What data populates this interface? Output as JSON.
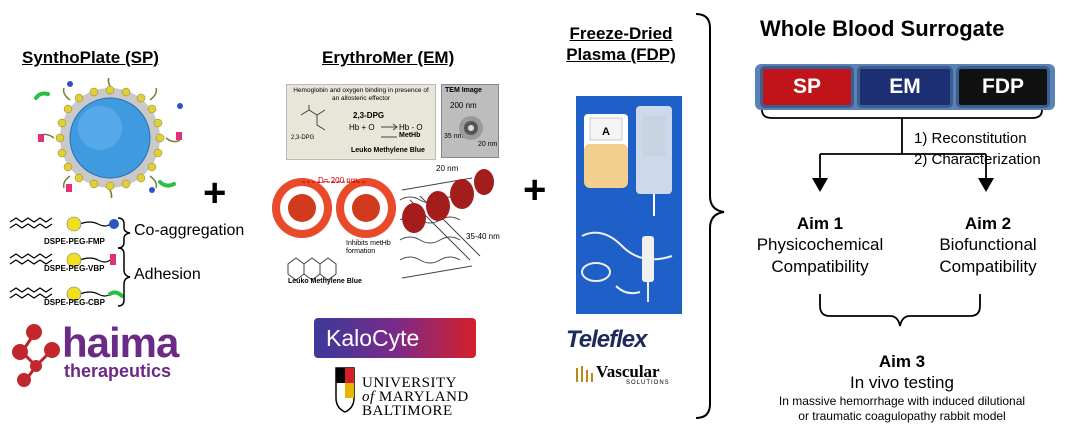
{
  "sp": {
    "title": "SynthoPlate (SP)",
    "lipid_labels": [
      "DSPE-PEG-FMP",
      "DSPE-PEG-VBP",
      "DSPE-PEG-CBP"
    ],
    "coaggregation": "Co-aggregation",
    "adhesion": "Adhesion",
    "logo_word": "haima",
    "logo_sub": "therapeutics"
  },
  "em": {
    "title": "ErythroMer (EM)",
    "caption_top": "Hemoglobin and oxygen binding in presence of an allosteric effector",
    "dpg_label": "2,3-DPG",
    "dpg_small": "2,3-DPG",
    "reaction_left": "Hb + O",
    "reaction_right": "Hb - O",
    "methb": "MetHb",
    "leuko_label": "Leuko Methylene Blue",
    "tem_label": "TEM Image",
    "tem_200": "200 nm",
    "tem_35": "35 nm",
    "tem_20": "20 nm",
    "diameter": "D= 200 nm",
    "dim_20": "20 nm",
    "dim_3540": "35-40 nm",
    "inhibits": "Inhibits metHb formation",
    "leuko_bottom": "Leuko Methylene Blue",
    "kalocyte": "KaloCyte",
    "umb_line1": "UNIVERSITY",
    "umb_line2a": "of",
    "umb_line2b": "MARYLAND",
    "umb_line3": "BALTIMORE"
  },
  "fdp": {
    "title_line1": "Freeze-Dried",
    "title_line2": "Plasma (FDP)",
    "bag_letter": "A",
    "teleflex": "Teleflex",
    "vascular": "Vascular",
    "solutions": "SOLUTIONS"
  },
  "plus_sign": "+",
  "surrogate": {
    "title": "Whole Blood Surrogate",
    "bars": [
      {
        "label": "SP",
        "color": "#c0141a"
      },
      {
        "label": "EM",
        "color": "#1d2f73"
      },
      {
        "label": "FDP",
        "color": "#111111"
      }
    ],
    "step1": "1) Reconstitution",
    "step2": "2) Characterization",
    "aim1_title": "Aim 1",
    "aim1_line1": "Physicochemical",
    "aim1_line2": "Compatibility",
    "aim2_title": "Aim 2",
    "aim2_line1": "Biofunctional",
    "aim2_line2": "Compatibility",
    "aim3_title": "Aim 3",
    "aim3_line1": "In vivo testing",
    "aim3_line2": "In massive hemorrhage with induced dilutional",
    "aim3_line3": "or traumatic coagulopathy rabbit model"
  }
}
